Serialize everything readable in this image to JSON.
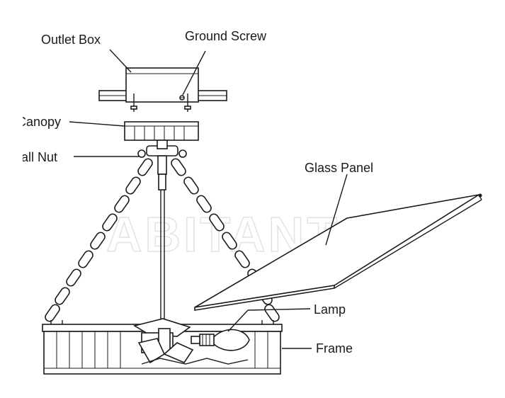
{
  "labels": {
    "outlet_box": "Outlet Box",
    "ground_screw": "Ground Screw",
    "canopy": "Canopy",
    "ball_nut": "Ball Nut",
    "glass_panel": "Glass Panel",
    "lamp": "Lamp",
    "frame": "Frame"
  },
  "watermark": "ABITANT",
  "colors": {
    "line": "#1a1a1a",
    "background": "#ffffff",
    "watermark": "#e3e3e3"
  }
}
